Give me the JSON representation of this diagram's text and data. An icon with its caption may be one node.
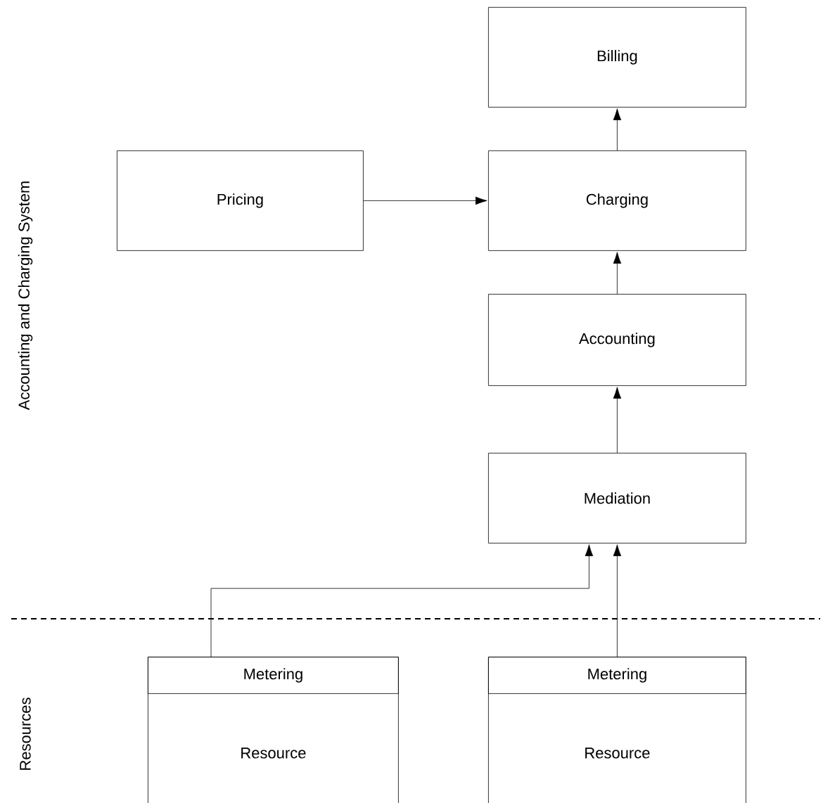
{
  "diagram": {
    "nodes": [
      {
        "text": [
          "Billing"
        ]
      },
      {
        "text": [
          "Pricing"
        ]
      },
      {
        "text": [
          "Charging"
        ]
      },
      {
        "text": [
          "Accounting"
        ]
      },
      {
        "text": [
          "Mediation"
        ]
      },
      {
        "text": [
          "Resource"
        ]
      },
      {
        "text": [
          "Metering"
        ],
        "in": 5
      },
      {
        "text": [
          "Resource"
        ]
      },
      {
        "text": [
          "Metering"
        ],
        "in": 7
      }
    ],
    "edges": [
      {
        "from": 2,
        "to": 0,
        "arrow": "to"
      },
      {
        "from": 1,
        "to": 2,
        "arrow": "to"
      },
      {
        "from": 3,
        "to": 2,
        "arrow": "to"
      },
      {
        "from": 4,
        "to": 3,
        "arrow": "to"
      },
      {
        "from": 6,
        "to": 4,
        "arrow": "to"
      },
      {
        "from": 8,
        "to": 4,
        "arrow": "to"
      }
    ],
    "labels": [
      "Accounting and Charging System",
      "Resources"
    ]
  }
}
